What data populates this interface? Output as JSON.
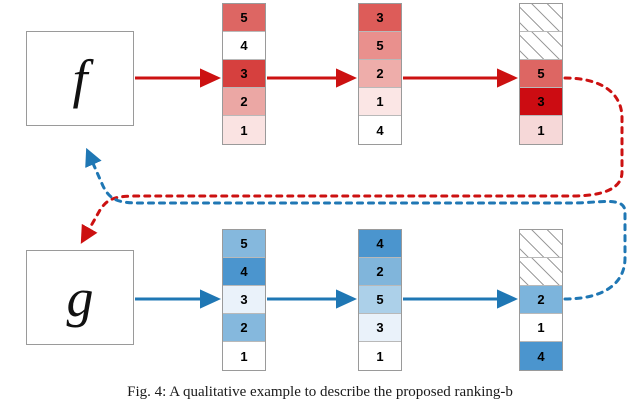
{
  "figure": {
    "caption": "Fig. 4:  A qualitative example to describe the proposed ranking-b",
    "colors": {
      "red_accent": "#cc1111",
      "blue_accent": "#1f77b4",
      "box_border": "#9a9a9a",
      "cell_border": "#b9b9b9"
    }
  },
  "rows": [
    {
      "id": "row-f",
      "function_label": "f",
      "arrow_color": "#cc1111",
      "feedback_color": "#cc1111",
      "columns": [
        {
          "id": "f-col-1",
          "cells": [
            {
              "value": "5",
              "fill": "#dd6663",
              "hatched": false
            },
            {
              "value": "4",
              "fill": "#ffffff",
              "hatched": false
            },
            {
              "value": "3",
              "fill": "#d6403e",
              "hatched": false
            },
            {
              "value": "2",
              "fill": "#eba7a4",
              "hatched": false
            },
            {
              "value": "1",
              "fill": "#fae3e2",
              "hatched": false
            }
          ]
        },
        {
          "id": "f-col-2",
          "cells": [
            {
              "value": "3",
              "fill": "#dd5c59",
              "hatched": false
            },
            {
              "value": "5",
              "fill": "#e9908d",
              "hatched": false
            },
            {
              "value": "2",
              "fill": "#eeadaa",
              "hatched": false
            },
            {
              "value": "1",
              "fill": "#fbe6e5",
              "hatched": false
            },
            {
              "value": "4",
              "fill": "#ffffff",
              "hatched": false
            }
          ]
        },
        {
          "id": "f-col-3",
          "cells": [
            {
              "value": "",
              "fill": "#ffffff",
              "hatched": true
            },
            {
              "value": "",
              "fill": "#ffffff",
              "hatched": true
            },
            {
              "value": "5",
              "fill": "#dd6663",
              "hatched": false
            },
            {
              "value": "3",
              "fill": "#cc0c12",
              "hatched": false
            },
            {
              "value": "1",
              "fill": "#f6d8d8",
              "hatched": false
            }
          ]
        }
      ]
    },
    {
      "id": "row-g",
      "function_label": "g",
      "arrow_color": "#1f77b4",
      "feedback_color": "#1f77b4",
      "columns": [
        {
          "id": "g-col-1",
          "cells": [
            {
              "value": "5",
              "fill": "#85b8dd",
              "hatched": false
            },
            {
              "value": "4",
              "fill": "#4b95ce",
              "hatched": false
            },
            {
              "value": "3",
              "fill": "#eaf2fa",
              "hatched": false
            },
            {
              "value": "2",
              "fill": "#85b8dd",
              "hatched": false
            },
            {
              "value": "1",
              "fill": "#ffffff",
              "hatched": false
            }
          ]
        },
        {
          "id": "g-col-2",
          "cells": [
            {
              "value": "4",
              "fill": "#4b95ce",
              "hatched": false
            },
            {
              "value": "2",
              "fill": "#80b5db",
              "hatched": false
            },
            {
              "value": "5",
              "fill": "#acd0e9",
              "hatched": false
            },
            {
              "value": "3",
              "fill": "#eaf2fa",
              "hatched": false
            },
            {
              "value": "1",
              "fill": "#ffffff",
              "hatched": false
            }
          ]
        },
        {
          "id": "g-col-3",
          "cells": [
            {
              "value": "",
              "fill": "#ffffff",
              "hatched": true
            },
            {
              "value": "",
              "fill": "#ffffff",
              "hatched": true
            },
            {
              "value": "2",
              "fill": "#7cb4dc",
              "hatched": false
            },
            {
              "value": "1",
              "fill": "#ffffff",
              "hatched": false
            },
            {
              "value": "4",
              "fill": "#4b95ce",
              "hatched": false
            }
          ]
        }
      ]
    }
  ]
}
